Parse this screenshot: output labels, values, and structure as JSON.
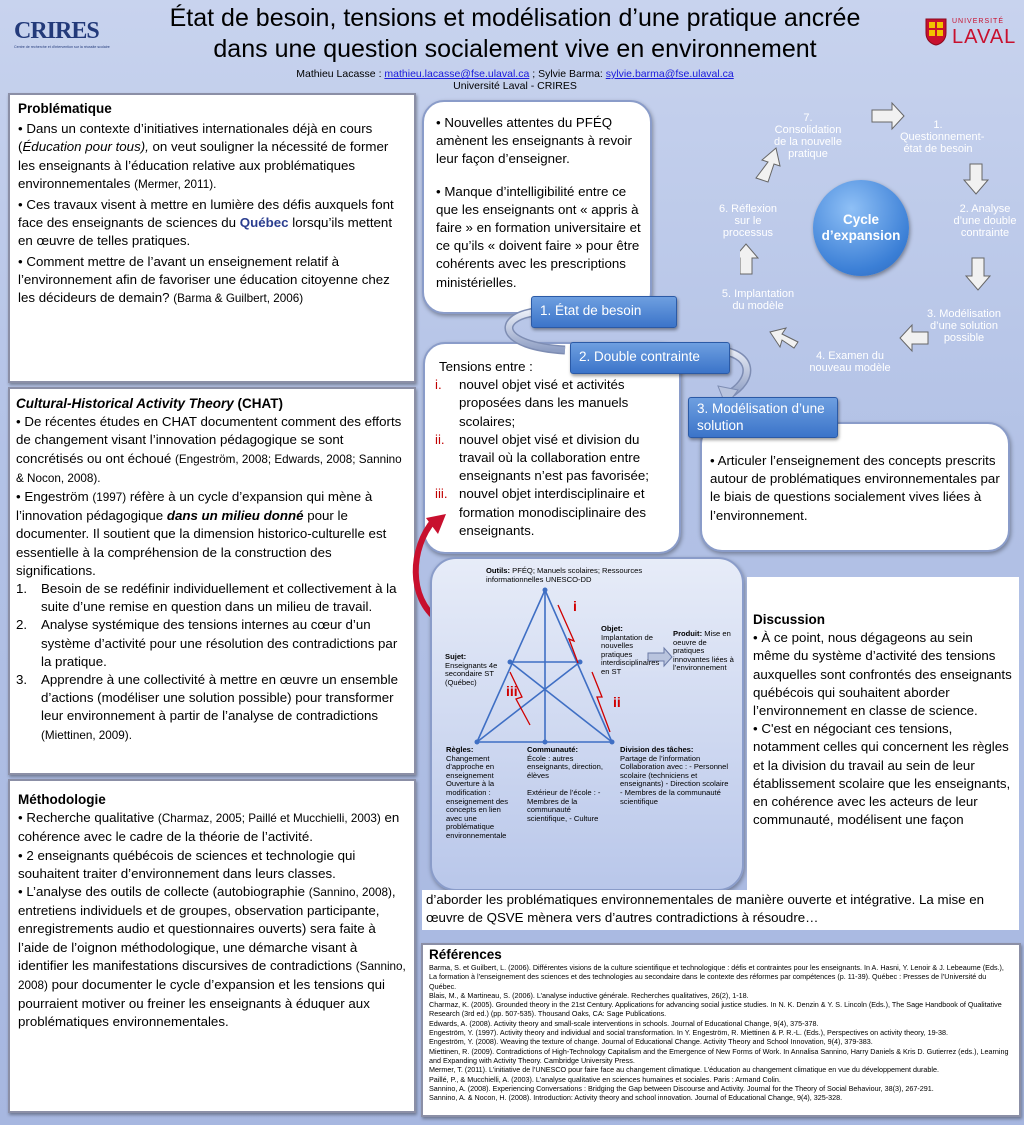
{
  "header": {
    "logo_left": "CRIRES",
    "logo_left_sub": "Centre de recherche et d'intervention sur la réussite scolaire",
    "title_line1": "État de besoin, tensions et modélisation d’une pratique ancrée",
    "title_line2": "dans une question socialement vive en environnement",
    "author1_prefix": "Mathieu Lacasse : ",
    "author1_email": "mathieu.lacasse@fse.ulaval.ca",
    "author2_prefix": " ; Sylvie Barma: ",
    "author2_email": "sylvie.barma@fse.ulaval.ca",
    "affiliation": "Université Laval - CRIRES",
    "logo_right_top": "UNIVERSITÉ",
    "logo_right": "LAVAL"
  },
  "problematique": {
    "title": "Problématique",
    "p1_a": "• Dans un contexte d’initiatives internationales déjà en cours (",
    "p1_b": "Éducation pour tous),",
    "p1_c": " on veut souligner la nécessité de former les enseignants à l’éducation relative aux problématiques environnementales ",
    "p1_cite": "(Mermer, 2011).",
    "p2_a": "• Ces travaux visent à mettre en lumière des défis auxquels font face des enseignants de sciences du ",
    "p2_b": "Québec",
    "p2_c": " lorsqu’ils mettent en œuvre de telles pratiques.",
    "p3_a": "• Comment mettre de l’avant un enseignement relatif à l’environnement afin de favoriser une éducation citoyenne chez les décideurs de demain? ",
    "p3_cite": "(Barma & Guilbert, 2006)"
  },
  "chat": {
    "title_italic": "Cultural-Historical Activity Theory",
    "title_rest": " (CHAT)",
    "p1_a": "• De récentes études en CHAT documentent comment des efforts de changement visant l’innovation pédagogique se sont concrétisés ou ont échoué ",
    "p1_cite": "(Engeström, 2008; Edwards, 2008; Sannino & Nocon, 2008).",
    "p2_a": "• Engeström ",
    "p2_cite": "(1997)",
    "p2_b": " réfère à un cycle d’expansion qui mène à l’innovation pédagogique ",
    "p2_c": "dans un milieu donné",
    "p2_d": " pour le documenter. Il soutient que la dimension historico-culturelle est essentielle à la compréhension de la construction des significations.",
    "items": [
      {
        "n": "1.",
        "text": "Besoin de se redéfinir individuellement et collectivement à la suite d’une remise en question dans un milieu de travail.",
        "cite": ""
      },
      {
        "n": "2.",
        "text": "Analyse systémique des tensions internes au cœur d’un système d’activité pour une résolution des contradictions par la pratique.",
        "cite": ""
      },
      {
        "n": "3.",
        "text": "Apprendre à une collectivité à mettre en œuvre un ensemble d’actions (modéliser une solution possible) pour transformer leur environnement à partir de l’analyse de contradictions ",
        "cite": "(Miettinen, 2009)."
      }
    ]
  },
  "methodologie": {
    "title": "Méthodologie",
    "p1_a": "• Recherche qualitative ",
    "p1_cite": "(Charmaz, 2005; Paillé et Mucchielli, 2003)",
    "p1_b": " en cohérence avec le cadre de la théorie de l’activité.",
    "p2": "• 2 enseignants québécois de sciences et technologie qui souhaitent traiter d’environnement dans leurs classes.",
    "p3_a": "• L’analyse des outils de collecte (autobiographie ",
    "p3_cite1": "(Sannino, 2008)",
    "p3_b": ", entretiens individuels et de groupes, observation participante, enregistrements audio et questionnaires ouverts) sera faite à l’aide de l’oignon méthodologique, une démarche visant à identifier les manifestations discursives de contradictions ",
    "p3_cite2": "(Sannino, 2008)",
    "p3_c": " pour documenter le cycle d’expansion et les tensions qui pourraient motiver ou freiner les enseignants à éduquer aux problématiques environnementales."
  },
  "besoin": {
    "p1": "• Nouvelles attentes du PFÉQ amènent les enseignants à revoir leur façon d’enseigner.",
    "p2": "• Manque d’intelligibilité entre ce que les enseignants ont « appris à faire » en formation universitaire et ce qu’ils « doivent faire » pour être cohérents avec les prescriptions ministérielles."
  },
  "labels": {
    "etat": "1. État de besoin",
    "double": "2. Double contrainte",
    "modelisation": "3. Modélisation d’une solution"
  },
  "tensions": {
    "title": "Tensions entre :",
    "items": [
      {
        "n": "i.",
        "text": "nouvel objet visé et activités proposées dans les manuels scolaires;"
      },
      {
        "n": "ii.",
        "text": "nouvel objet visé et division du travail où la collaboration entre enseignants n’est pas favorisée;"
      },
      {
        "n": "iii.",
        "text": "nouvel objet interdisciplinaire et formation monodisciplinaire des enseignants."
      }
    ]
  },
  "solution": {
    "p1": "• Articuler l’enseignement des concepts prescrits autour de problématiques environnementales par le biais de questions socialement vives liées à l’environnement."
  },
  "cycle": {
    "center": "Cycle d’expansion",
    "steps": [
      {
        "text": "1. Questionnement-état de besoin"
      },
      {
        "text": "2. Analyse d’une double contrainte"
      },
      {
        "text": "3. Modélisation d’une solution possible"
      },
      {
        "text": "4. Examen du nouveau modèle"
      },
      {
        "text": "5. Implantation du modèle"
      },
      {
        "text": "6. Réflexion sur le processus"
      },
      {
        "text": "7. Consolidation de la nouvelle pratique"
      }
    ]
  },
  "triangle": {
    "outils_label": "Outils:",
    "outils_text": " PFÉQ; Manuels scolaires; Ressources informationnelles UNESCO-DD",
    "sujet_label": "Sujet:",
    "sujet_text": "Enseignants 4e secondaire ST (Québec)",
    "objet_label": "Objet:",
    "objet_text": "Implantation de nouvelles pratiques interdisciplinaires en ST",
    "produit_label": "Produit:",
    "produit_text": " Mise en oeuvre de pratiques innovantes liées à l’environnement",
    "regles_label": "Règles:",
    "regles_text": "Changement d’approche en enseignement Ouverture à la modification : enseignement des concepts en lien avec une problématique environnementale",
    "communaute_label": "Communauté:",
    "communaute_text1": "École : autres enseignants, direction, élèves",
    "communaute_text2": "Extérieur de l’école : - Membres de la communauté scientifique, - Culture",
    "division_label": "Division des tâches:",
    "division_text": "Partage de l’information Collaboration avec : - Personnel scolaire (techniciens et enseignants) - Direction scolaire - Membres de la communauté scientifique",
    "marker_i": "i",
    "marker_ii": "ii",
    "marker_iii": "iii"
  },
  "discussion": {
    "title": "Discussion",
    "p1": "• À ce point, nous dégageons au sein même du système d’activité des tensions auxquelles sont confrontés des enseignants québécois qui souhaitent aborder l’environnement en classe de science.",
    "p2": "• C'est en négociant ces tensions, notamment celles qui concernent les règles et la division du travail au sein de leur établissement scolaire que les enseignants, en cohérence avec les acteurs de leur communauté, modélisent une façon",
    "p2_cont": "d’aborder les problématiques environnementales de manière ouverte et intégrative. La mise en œuvre de QSVE mènera vers d’autres contradictions à résoudre…"
  },
  "references": {
    "title": "Références",
    "items": [
      "Barma, S. et Guilbert, L. (2006). Différentes visions de la culture scientifique et technologique : défis et contraintes pour les enseignants. In A. Hasni, Y. Lenoir & J. Lebeaume (Eds.), La formation à l’enseignement des sciences et des technologies au secondaire dans le contexte des réformes par compétences (p. 11-39). Québec : Presses de l’Université du Québec.",
      "Blais, M., & Martineau, S. (2006). L’analyse inductive générale. Recherches qualitatives, 26(2), 1-18.",
      "Charmaz, K. (2005). Grounded theory in the 21st Century. Applications for advancing social justice studies. In N. K. Denzin & Y. S. Lincoln (Eds.), The Sage Handbook of Qualitative Research (3rd ed.) (pp. 507-535). Thousand Oaks, CA: Sage Publications.",
      "Edwards, A. (2008). Activity theory and small-scale interventions in schools. Journal of Educational Change, 9(4), 375-378.",
      "Engeström, Y. (1997). Activity theory and individual and social transformation. In Y. Engeström, R. Miettinen & P. R.-L. (Eds.), Perspectives on activity theory, 19-38.",
      "Engeström, Y. (2008). Weaving the texture of change. Journal of Educational Change. Activity Theory and School Innovation, 9(4), 379-383.",
      "Miettinen, R. (2009). Contradictions of High-Technology Capitalism and the Emergence of New Forms of Work. In Annalisa Sannino, Harry Daniels & Kris D. Gutierrez (eds.), Learning and Expanding with Activity Theory. Cambridge University Press.",
      "Mermer, T. (2011). L’initiative de l’UNESCO pour faire face au changement climatique. L’éducation au changement climatique en vue du développement durable.",
      "Paillé, P., & Mucchielli, A. (2003). L’analyse qualitative en sciences humaines et sociales. Paris : Armand Colin.",
      "Sannino, A. (2008). Experiencing Conversations : Bridging the Gap between Discourse and Activity. Journal for the Theory of Social Behaviour, 38(3), 267-291.",
      "Sannino, A. & Nocon, H. (2008). Introduction: Activity theory and school innovation. Journal of Educational Change, 9(4), 325-328."
    ]
  }
}
